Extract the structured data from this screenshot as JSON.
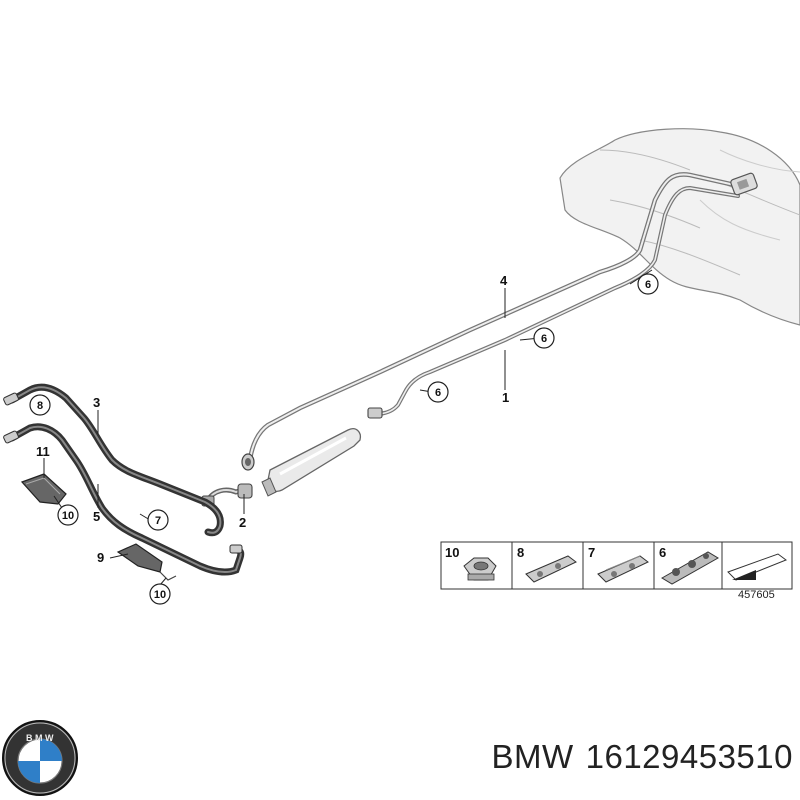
{
  "callouts": {
    "c1": "1",
    "c2": "2",
    "c3": "3",
    "c4": "4",
    "c5": "5",
    "c6a": "6",
    "c6b": "6",
    "c6c": "6",
    "c7": "7",
    "c8": "8",
    "c9": "9",
    "c10a": "10",
    "c10b": "10",
    "c11": "11"
  },
  "legend": {
    "items": [
      "10",
      "8",
      "7",
      "6"
    ],
    "reference": "457605"
  },
  "product": {
    "brand": "BMW",
    "part_number": "16129453510"
  },
  "logo": {
    "text": "BMW"
  }
}
